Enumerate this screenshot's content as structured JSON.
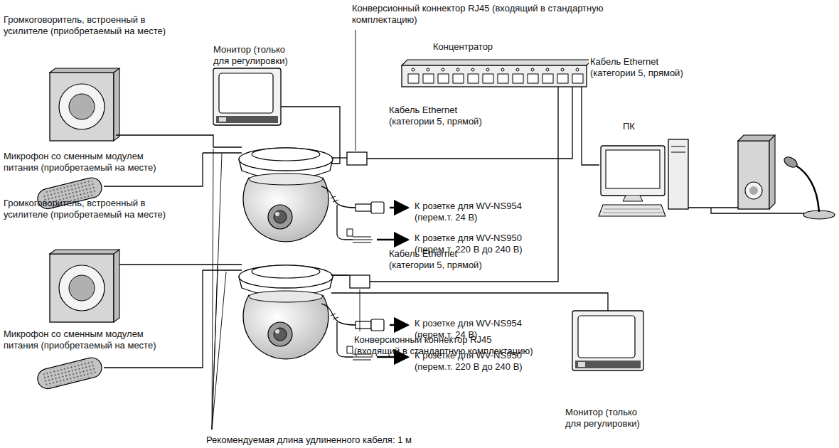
{
  "diagram": {
    "nodes": [
      {
        "text": [
          "Концентратор"
        ]
      },
      {
        "text": [
          "ПК"
        ]
      },
      {
        "text": [
          "Громкоговоритель, встроенный в усилителе (приобретаемый на месте)"
        ]
      },
      {
        "text": [
          "Микрофон со сменным модулем питания (приобретаемый на месте)"
        ]
      },
      {
        "text": [
          "Монитор (только для регулировки)"
        ]
      },
      {
        "text": [
          "Конверсионный коннектор RJ45 (входящий в стандартную комплектацию)"
        ]
      },
      {
        "text": [
          "Громкоговоритель, встроенный в усилителе (приобретаемый на месте)"
        ]
      },
      {
        "text": [
          "Микрофон со сменным модулем питания (приобретаемый на месте)"
        ]
      },
      {
        "text": [
          "Конверсионный коннектор RJ45 (входящий в стандартную комплектацию)"
        ]
      },
      {
        "text": [
          "Монитор (только для регулировки)"
        ]
      }
    ],
    "edges": [
      {
        "from": 5,
        "to": 0,
        "arrow": "none",
        "label": "Кабель Ethernet (категории 5, прямой)"
      },
      {
        "from": 8,
        "to": 0,
        "arrow": "none",
        "label": "Кабель Ethernet (категории 5, прямой)"
      },
      {
        "from": 1,
        "to": 0,
        "arrow": "none",
        "label": "Кабель Ethernet (категории 5, прямой)"
      }
    ],
    "labels": [
      "К розетке для WV-NS954 (перем.т. 24 В)",
      "К розетке для WV-NS950 (перем.т. 220 В до 240 В)",
      "К розетке для WV-NS954 (перем.т. 24 В)",
      "К розетке для WV-NS950 (перем.т. 220 В до 240 В)",
      "Рекомендуемая длина удлиненного кабеля: 1 м"
    ]
  }
}
